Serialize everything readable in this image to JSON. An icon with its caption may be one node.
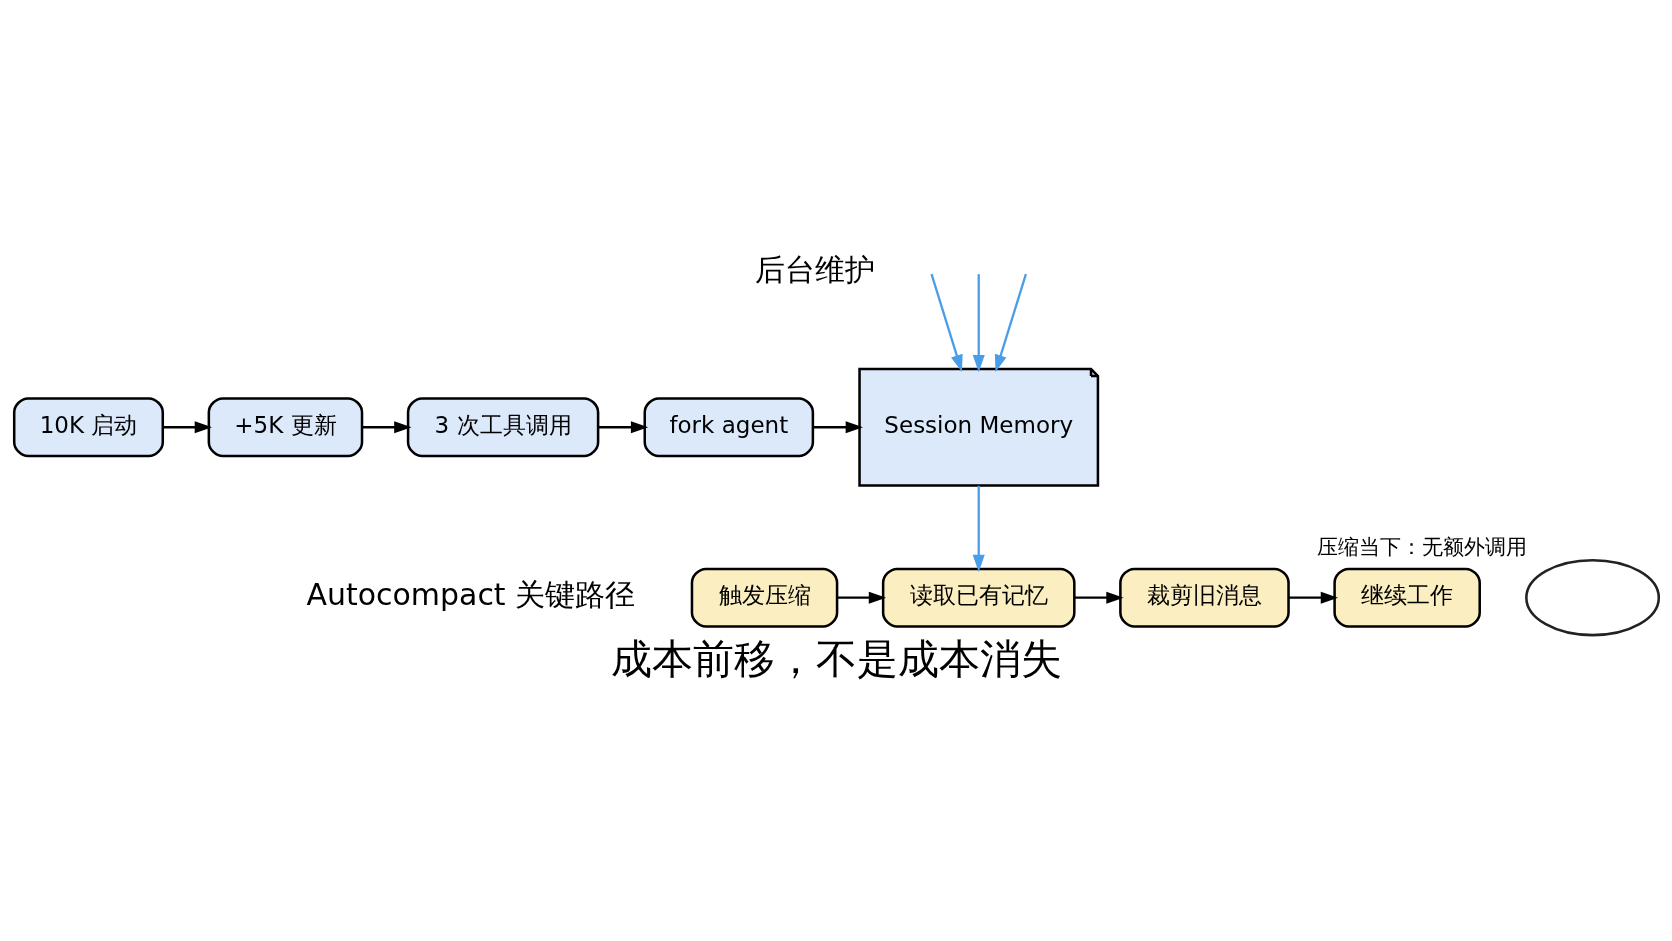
{
  "diagram": {
    "caption": "成本前移，不是成本消失",
    "nodes": [
      {
        "text": [
          "10K 启动"
        ]
      },
      {
        "text": [
          "+5K 更新"
        ]
      },
      {
        "text": [
          "3 次工具调用"
        ]
      },
      {
        "text": [
          "fork agent"
        ]
      },
      {
        "text": [
          "Session Memory"
        ]
      },
      {
        "text": [],
        "shape": "bubble",
        "beside": [
          "压缩当下：无额外调用"
        ]
      },
      {
        "text": [
          "触发压缩"
        ]
      },
      {
        "text": [
          "读取已有记忆"
        ]
      },
      {
        "text": [
          "裁剪旧消息"
        ]
      },
      {
        "text": [
          "继续工作"
        ]
      }
    ],
    "edges": [
      {
        "from": 0,
        "to": 1,
        "arrow": "to"
      },
      {
        "from": 1,
        "to": 2,
        "arrow": "to"
      },
      {
        "from": 2,
        "to": 3,
        "arrow": "to"
      },
      {
        "from": 3,
        "to": 4,
        "arrow": "to"
      },
      {
        "from": null,
        "to": 4,
        "arrow": "to",
        "color": "#4a9de8"
      },
      {
        "from": null,
        "to": 4,
        "arrow": "to",
        "color": "#4a9de8"
      },
      {
        "from": null,
        "to": 4,
        "arrow": "to",
        "color": "#4a9de8"
      },
      {
        "from": 4,
        "to": 7,
        "arrow": "to",
        "color": "#4a9de8"
      },
      {
        "from": 6,
        "to": 7,
        "arrow": "to"
      },
      {
        "from": 7,
        "to": 8,
        "arrow": "to"
      },
      {
        "from": 8,
        "to": 9,
        "arrow": "to"
      }
    ],
    "labels": [
      "后台维护",
      "Autocompact 关键路径"
    ]
  }
}
